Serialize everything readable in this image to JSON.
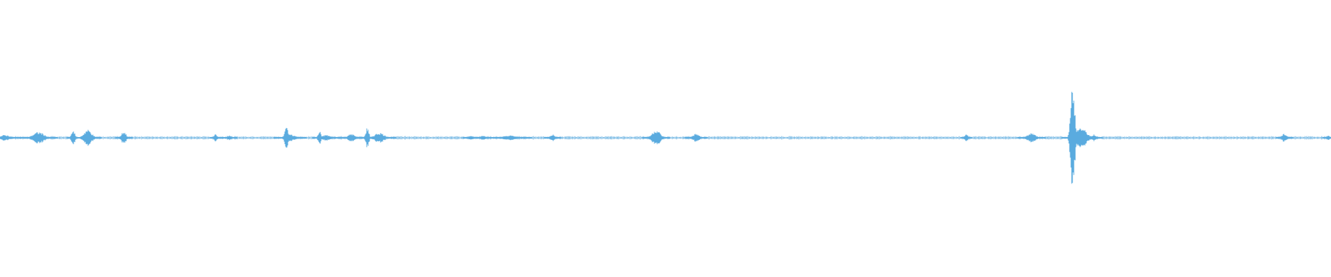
{
  "waveform": {
    "color": "#5aabdf",
    "background": "#ffffff",
    "duration_fraction_bursts": [
      {
        "position": 0.004,
        "amplitude": 0.05,
        "width": 0.012
      },
      {
        "position": 0.029,
        "amplitude": 0.1,
        "width": 0.014
      },
      {
        "position": 0.055,
        "amplitude": 0.14,
        "width": 0.004
      },
      {
        "position": 0.066,
        "amplitude": 0.14,
        "width": 0.01
      },
      {
        "position": 0.093,
        "amplitude": 0.11,
        "width": 0.006
      },
      {
        "position": 0.162,
        "amplitude": 0.06,
        "width": 0.004
      },
      {
        "position": 0.172,
        "amplitude": 0.04,
        "width": 0.006
      },
      {
        "position": 0.215,
        "amplitude": 0.22,
        "width": 0.004
      },
      {
        "position": 0.218,
        "amplitude": 0.06,
        "width": 0.012
      },
      {
        "position": 0.24,
        "amplitude": 0.12,
        "width": 0.004
      },
      {
        "position": 0.245,
        "amplitude": 0.05,
        "width": 0.01
      },
      {
        "position": 0.264,
        "amplitude": 0.07,
        "width": 0.008
      },
      {
        "position": 0.276,
        "amplitude": 0.18,
        "width": 0.004
      },
      {
        "position": 0.285,
        "amplitude": 0.09,
        "width": 0.012
      },
      {
        "position": 0.354,
        "amplitude": 0.04,
        "width": 0.006
      },
      {
        "position": 0.363,
        "amplitude": 0.04,
        "width": 0.006
      },
      {
        "position": 0.383,
        "amplitude": 0.04,
        "width": 0.016
      },
      {
        "position": 0.415,
        "amplitude": 0.06,
        "width": 0.006
      },
      {
        "position": 0.493,
        "amplitude": 0.14,
        "width": 0.01
      },
      {
        "position": 0.523,
        "amplitude": 0.07,
        "width": 0.008
      },
      {
        "position": 0.726,
        "amplitude": 0.07,
        "width": 0.004
      },
      {
        "position": 0.775,
        "amplitude": 0.08,
        "width": 0.01
      },
      {
        "position": 0.806,
        "amplitude": 1.0,
        "width": 0.005
      },
      {
        "position": 0.812,
        "amplitude": 0.18,
        "width": 0.014
      },
      {
        "position": 0.822,
        "amplitude": 0.06,
        "width": 0.006
      },
      {
        "position": 0.965,
        "amplitude": 0.07,
        "width": 0.006
      },
      {
        "position": 0.998,
        "amplitude": 0.04,
        "width": 0.004
      }
    ]
  }
}
